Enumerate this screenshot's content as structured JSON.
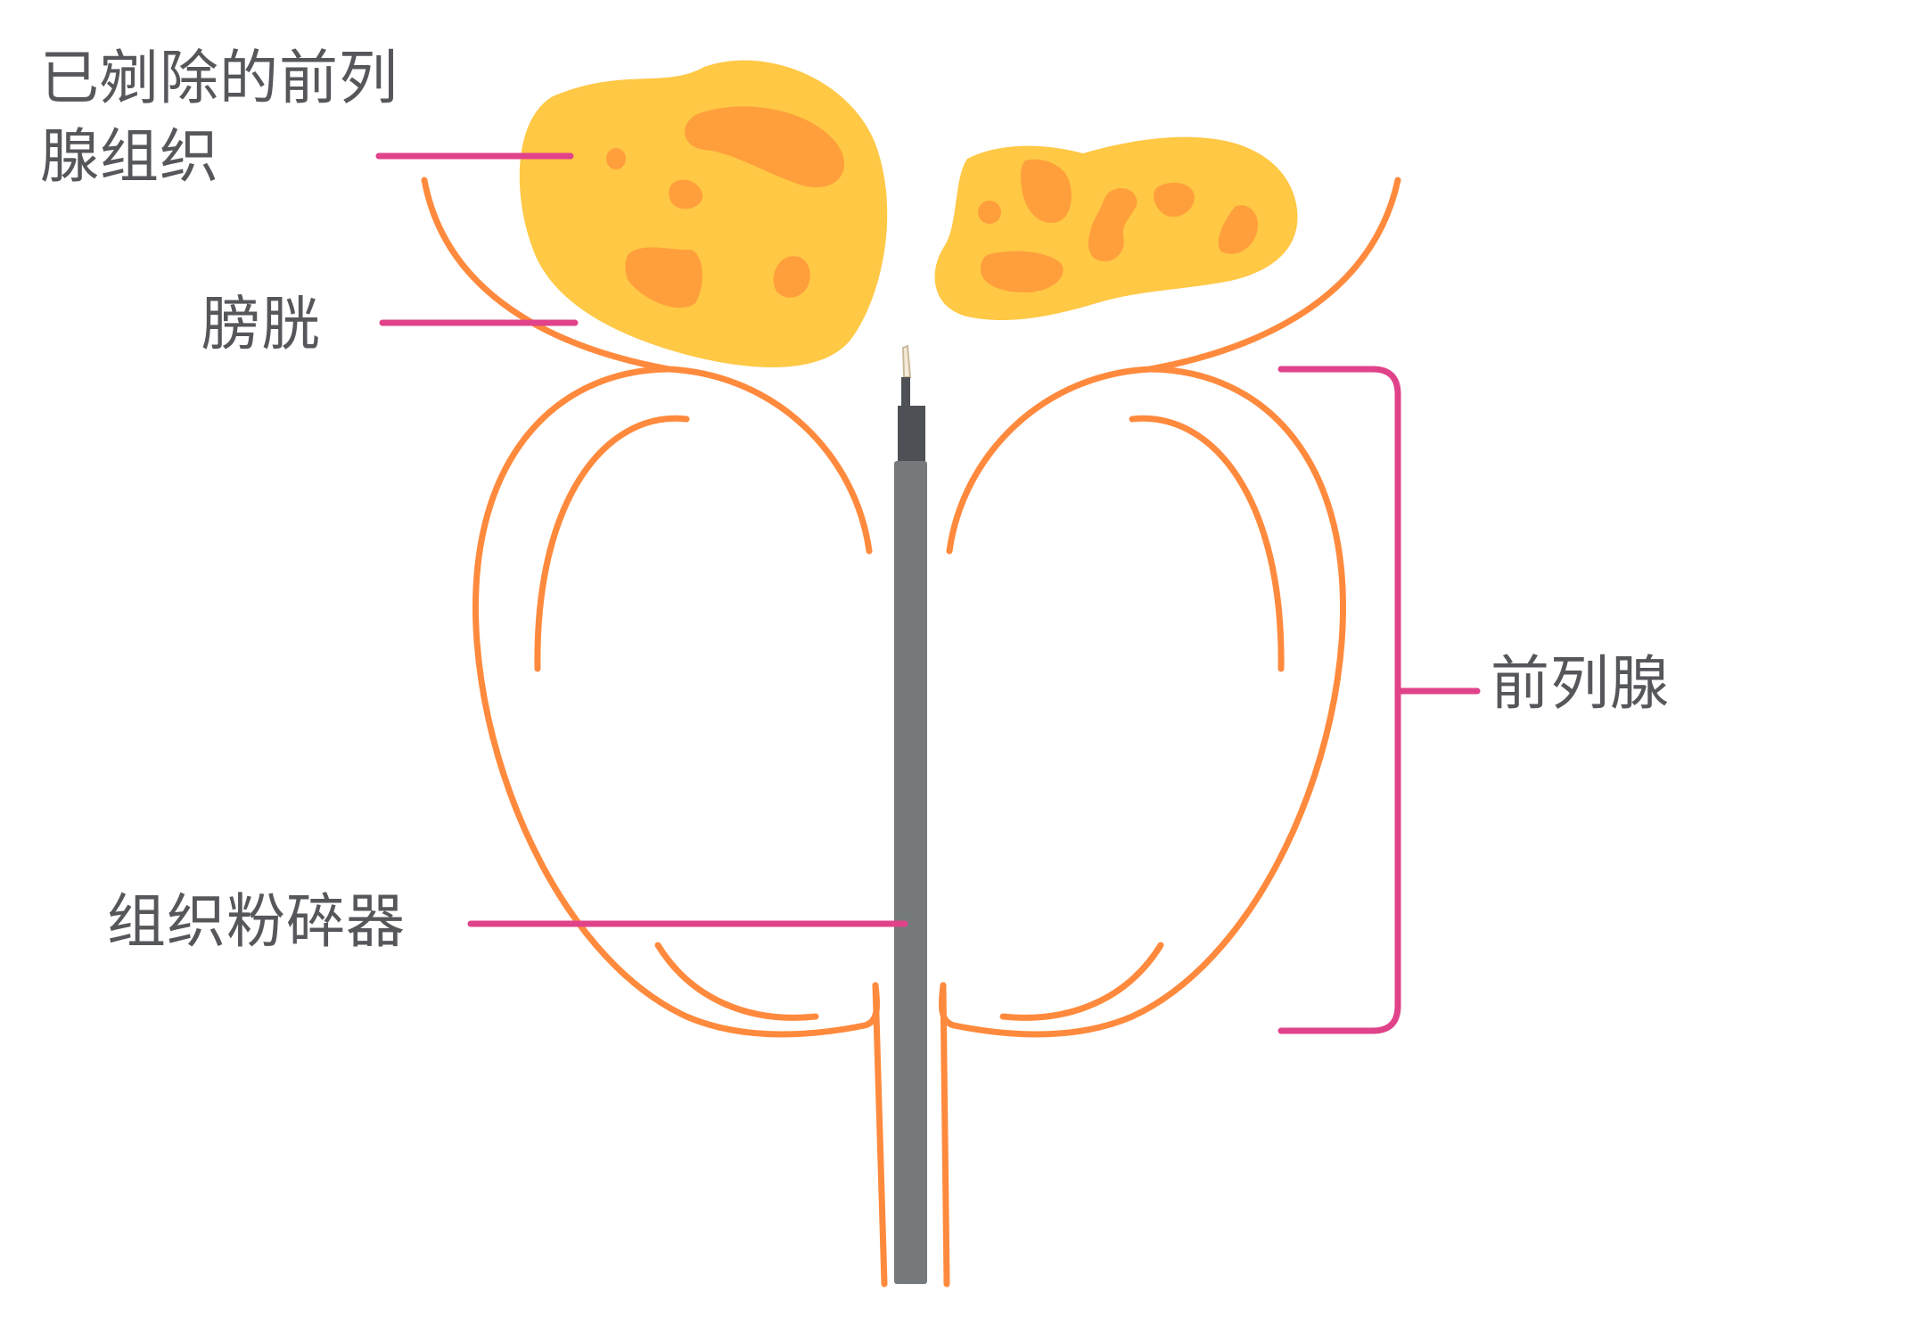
{
  "labels": {
    "resected_tissue_line1": "已剜除的前列",
    "resected_tissue_line2": "腺组织",
    "bladder": "膀胱",
    "morcellator": "组织粉碎器",
    "prostate": "前列腺"
  },
  "colors": {
    "outline": "#ff8a3d",
    "tissue_fill": "#ffc845",
    "tissue_spots": "#ff9f3c",
    "leader_line": "#e0438a",
    "instrument_shaft": "#76797c",
    "instrument_head": "#4d5054",
    "instrument_tip": "#f5ead8",
    "label_text": "#55575b"
  },
  "icons": {
    "resected_tissue": "tissue-blob-icon",
    "instrument": "morcellator-instrument-icon",
    "bracket": "prostate-bracket-icon"
  }
}
